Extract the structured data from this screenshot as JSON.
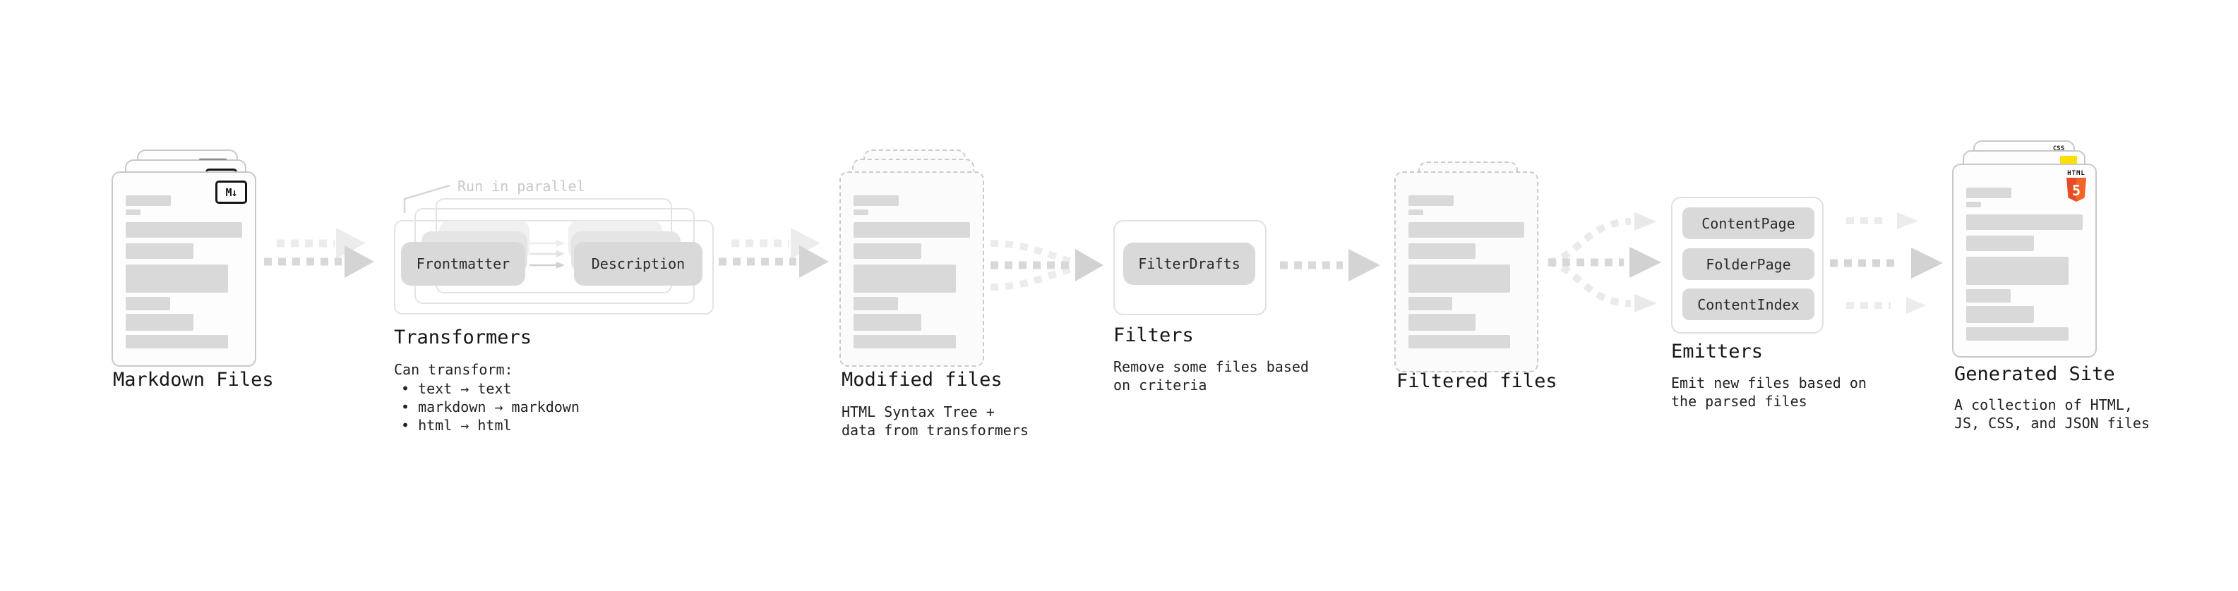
{
  "diagram": {
    "markdown": {
      "label": "Markdown Files",
      "file_icon": "M↓"
    },
    "transformers": {
      "note": "Run in parallel",
      "pill_left": "Frontmatter",
      "pill_right": "Description",
      "heading": "Transformers",
      "desc_title": "Can transform:",
      "bullets": [
        "• text → text",
        "• markdown → markdown",
        "• html → html"
      ]
    },
    "modified": {
      "label": "Modified files",
      "desc": [
        "HTML Syntax Tree +",
        "data from transformers"
      ]
    },
    "filters": {
      "heading": "Filters",
      "pill": "FilterDrafts",
      "desc": [
        "Remove some files based",
        "on criteria"
      ]
    },
    "filtered": {
      "label": "Filtered files"
    },
    "emitters": {
      "heading": "Emitters",
      "pills": [
        "ContentPage",
        "FolderPage",
        "ContentIndex"
      ],
      "desc": [
        "Emit new files based on",
        "the parsed files"
      ]
    },
    "generated": {
      "label": "Generated Site",
      "desc": [
        "A collection of HTML,",
        "JS, CSS, and JSON files"
      ],
      "css_icon_label": "CSS",
      "html_icon_label": "HTML",
      "html_icon_number": "5"
    }
  },
  "colors": {
    "bar_gray": "#d9d9d9",
    "arrow_gray": "#d4d4d4",
    "arrow_light": "#ececec",
    "html5_orange": "#e44d26",
    "html5_orange_light": "#f16529",
    "js_yellow": "#ffdf00",
    "css_blue": "#3b82f6",
    "note_gray": "#c8c8c8"
  }
}
